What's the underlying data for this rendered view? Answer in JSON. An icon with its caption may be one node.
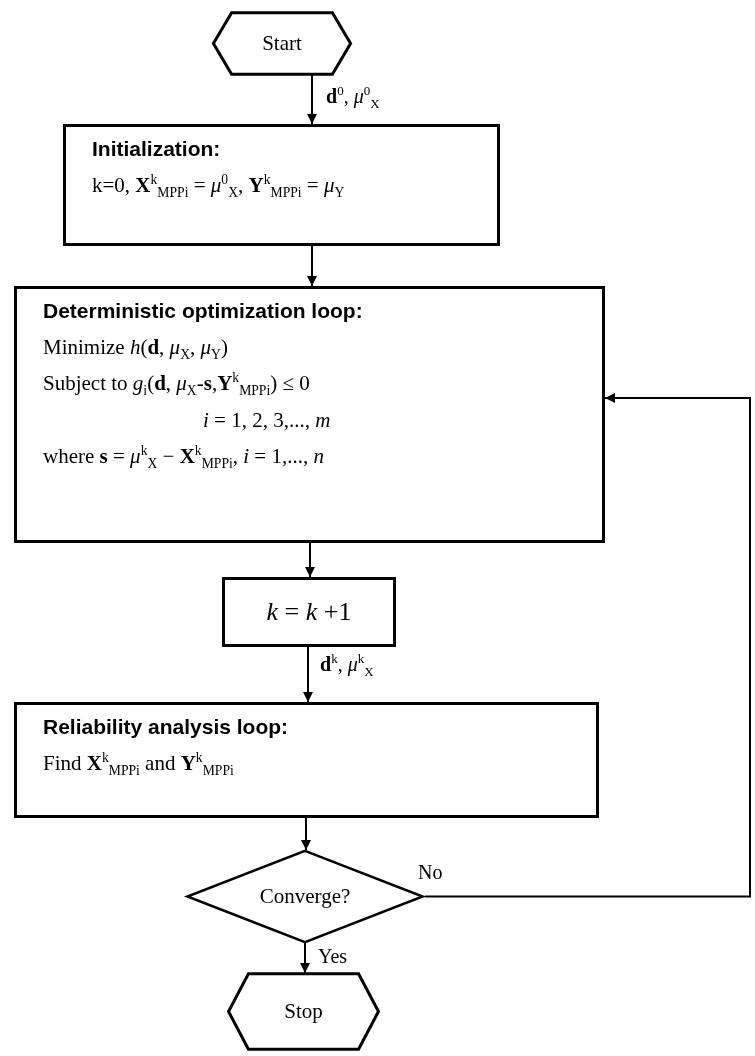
{
  "diagram": {
    "nodes": [
      {
        "text": [
          "Start"
        ]
      },
      {
        "text": [
          "Initialization:",
          "k=0,  **X**$^{k}$$_{MPPi}$ = *μ*$^{0}$$_{X}$,  **Y**$^{k}$$_{MPPi}$ = *μ*$_{Y}$"
        ]
      },
      {
        "text": [
          "Deterministic optimization loop:",
          "Minimize  *h*(**d**, *μ*$_{X}$, *μ*$_{Y}$)",
          "Subject to  *g*$_{i}$(**d**, *μ*$_{X}$-**s**,**Y**$^{k}$$_{MPPi}$) ≤ 0",
          "*i* = 1, 2, 3,..., *m*",
          "where  **s** = *μ*$^{k}$$_{X}$ − **X**$^{k}$$_{MPPi}$,  *i* = 1,..., *n*"
        ]
      },
      {
        "text": [
          "*k* = *k* +1"
        ]
      },
      {
        "text": [
          "Reliability analysis loop:",
          "Find  **X**$^{k}$$_{MPPi}$  and  **Y**$^{k}$$_{MPPi}$"
        ]
      },
      {
        "text": [
          "Converge?"
        ]
      },
      {
        "text": [
          "Stop"
        ]
      }
    ],
    "edges": [
      {
        "from": 0,
        "to": 1,
        "arrow": "to",
        "label": "**d**$^{0}$, *μ*$^{0}$$_{X}$"
      },
      {
        "from": 1,
        "to": 2,
        "arrow": "to"
      },
      {
        "from": 2,
        "to": 3,
        "arrow": "to"
      },
      {
        "from": 3,
        "to": 4,
        "arrow": "to",
        "label": "**d**$^{k}$, *μ*$^{k}$$_{X}$"
      },
      {
        "from": 4,
        "to": 5,
        "arrow": "to"
      },
      {
        "from": 5,
        "to": 6,
        "arrow": "to",
        "label": "Yes"
      },
      {
        "from": 5,
        "to": 2,
        "arrow": "to",
        "label": "No"
      }
    ]
  }
}
